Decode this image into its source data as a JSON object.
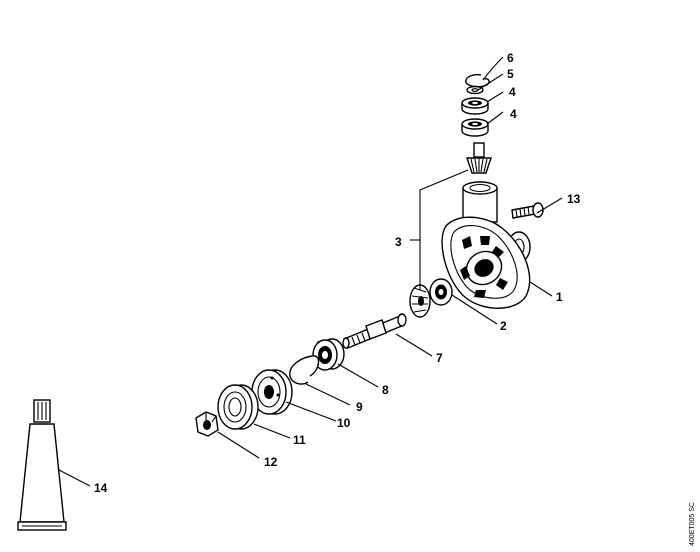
{
  "drawing_code": "400ET005 SC",
  "callouts": [
    "1",
    "2",
    "3",
    "4",
    "4",
    "5",
    "6",
    "7",
    "8",
    "9",
    "10",
    "11",
    "12",
    "13",
    "14"
  ]
}
